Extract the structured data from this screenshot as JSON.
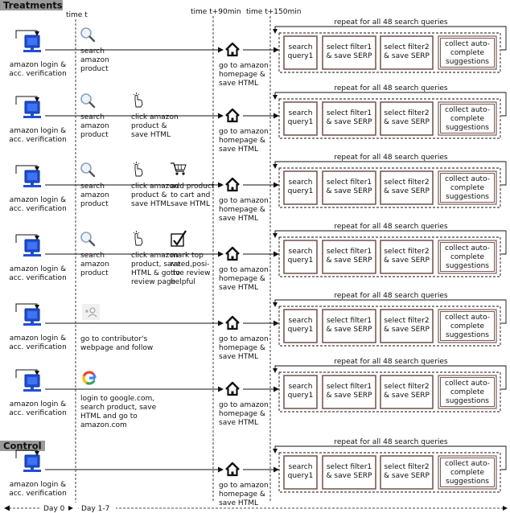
{
  "headers": {
    "treatments": "Treatments",
    "control": "Control"
  },
  "timeline": {
    "t0": "time t",
    "t90": "time t+90min",
    "t150": "time t+150min"
  },
  "days": {
    "day0": "Day 0",
    "day17": "Day 1-7"
  },
  "common": {
    "login": [
      "amazon login &",
      "acc. verification"
    ],
    "repeat": "repeat for all 48 search queries",
    "homepage": [
      "go to amazon",
      "homepage &",
      "save HTML"
    ],
    "boxes": [
      [
        "search",
        "query1"
      ],
      [
        "select filter1",
        "& save SERP"
      ],
      [
        "select filter2",
        "& save SERP"
      ],
      [
        "collect auto-",
        "complete",
        "suggestions"
      ]
    ]
  },
  "rows": [
    {
      "steps": [
        {
          "icon": "magnifier-icon",
          "text": [
            "search",
            "amazon",
            "product"
          ]
        }
      ]
    },
    {
      "steps": [
        {
          "icon": "magnifier-icon",
          "text": [
            "search",
            "amazon",
            "product"
          ]
        },
        {
          "icon": "click-hand-icon",
          "text": [
            "click amazon",
            "product &",
            "save HTML"
          ]
        }
      ]
    },
    {
      "steps": [
        {
          "icon": "magnifier-icon",
          "text": [
            "search",
            "amazon",
            "product"
          ]
        },
        {
          "icon": "click-hand-icon",
          "text": [
            "click amazon",
            "product &",
            "save HTML"
          ]
        },
        {
          "icon": "cart-icon",
          "text": [
            "add product",
            "to cart and",
            "save HTML"
          ]
        }
      ]
    },
    {
      "steps": [
        {
          "icon": "magnifier-icon",
          "text": [
            "search",
            "amazon",
            "product"
          ]
        },
        {
          "icon": "click-hand-icon",
          "text": [
            "click amazon",
            "product, save",
            "HTML & go to",
            "review page"
          ]
        },
        {
          "icon": "checkmark-icon",
          "text": [
            "mark top",
            "rated,posi-",
            "tive review",
            "helpful"
          ]
        }
      ]
    },
    {
      "steps": [
        {
          "icon": "follow-icon",
          "text": [
            "go to contributor's",
            "webpage and follow"
          ]
        }
      ]
    },
    {
      "steps": [
        {
          "icon": "google-icon",
          "text": [
            "login to google.com,",
            "search product, save",
            "HTML and go to",
            "amazon.com"
          ]
        }
      ]
    }
  ],
  "control_row": {
    "steps": []
  }
}
